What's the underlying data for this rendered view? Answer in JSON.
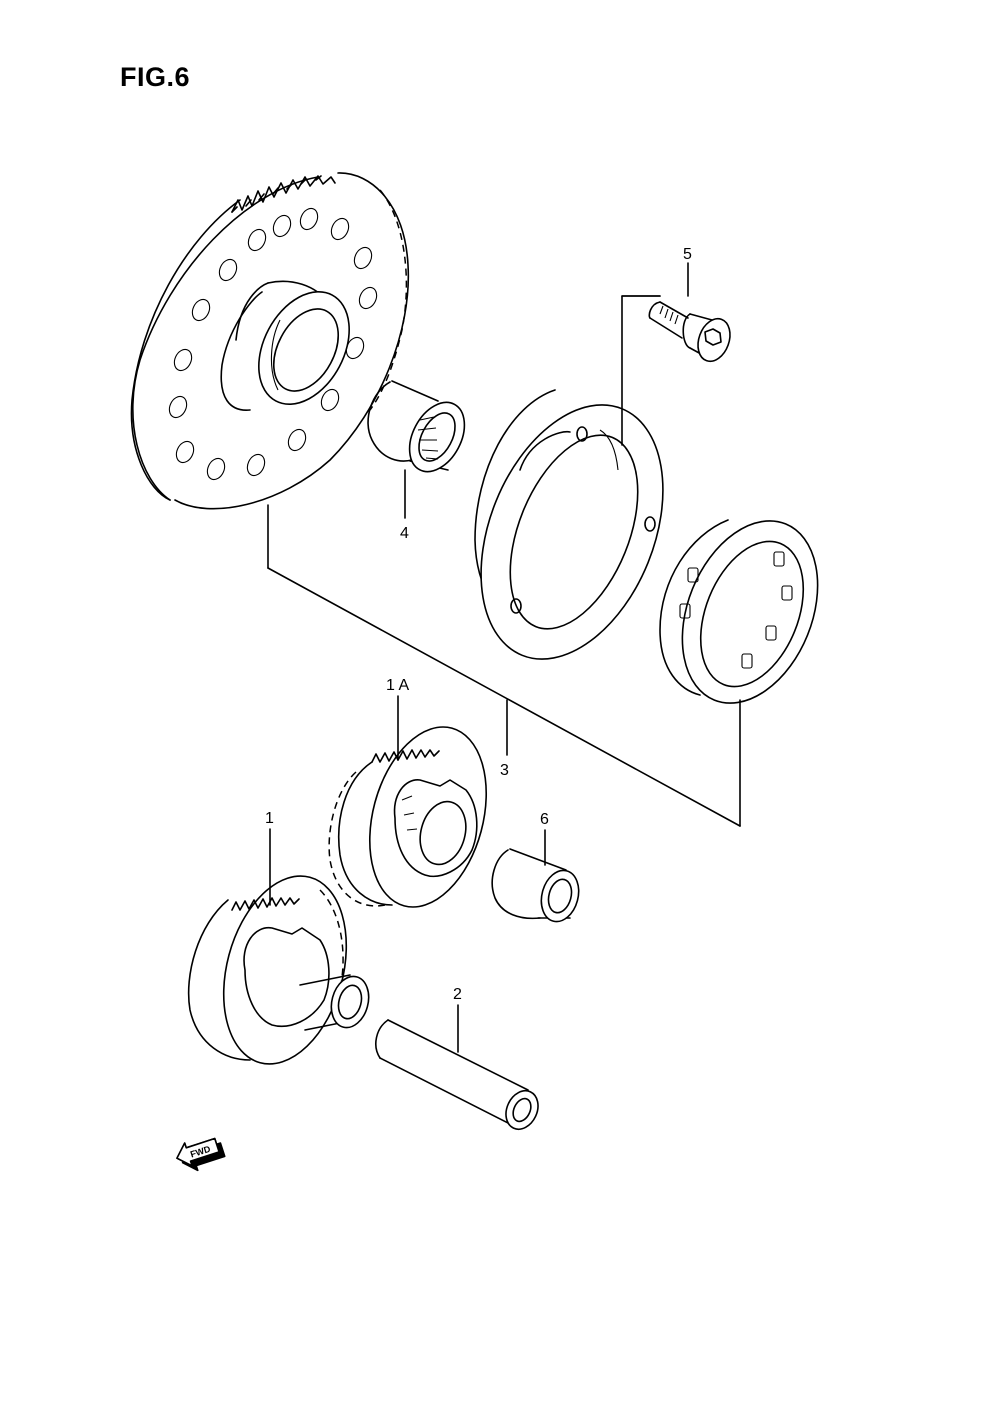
{
  "figure": {
    "title": "FIG.6"
  },
  "callouts": {
    "p1": "1",
    "p1a": "1 A",
    "p2": "2",
    "p3": "3",
    "p4": "4",
    "p5": "5",
    "p6": "6"
  },
  "fwd_label": "FWD"
}
